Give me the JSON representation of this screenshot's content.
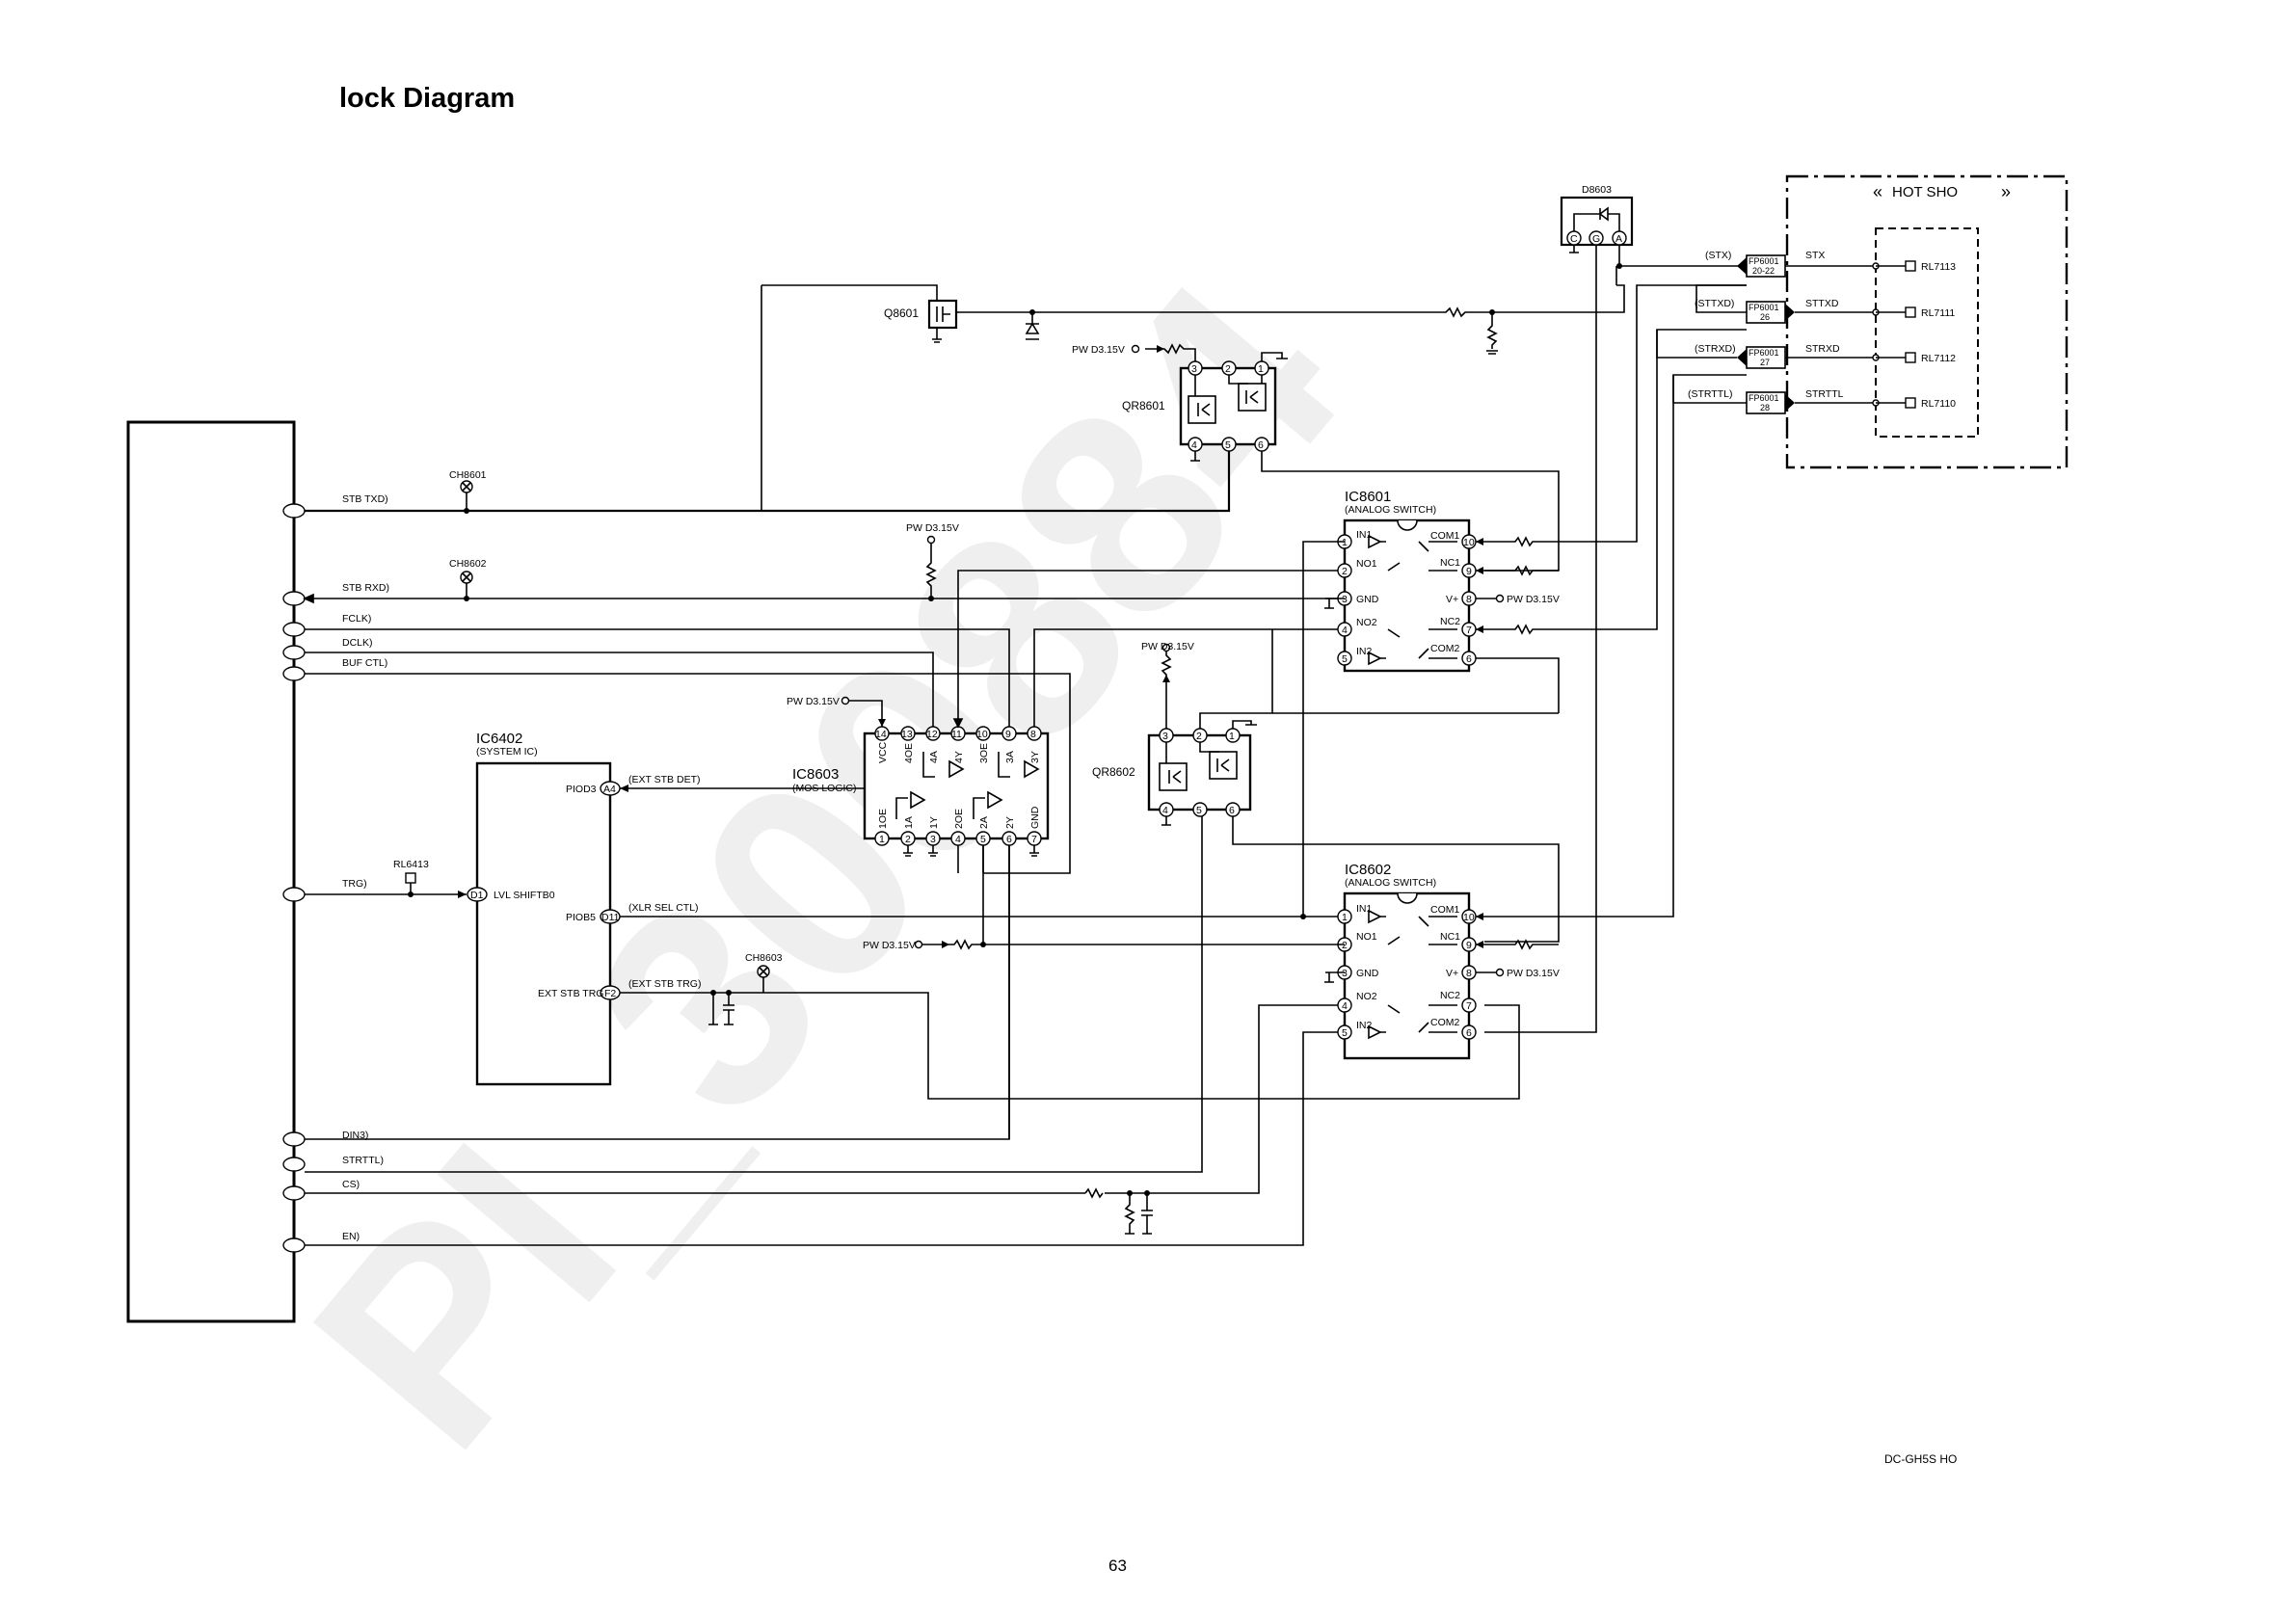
{
  "page": {
    "title": "lock Diagram",
    "page_number": "63",
    "model_code": "DC-GH5S  HO",
    "watermark": "PI_300884"
  },
  "connector": {
    "signals": [
      "STB TXD)",
      "STB RXD)",
      "FCLK)",
      "DCLK)",
      "BUF CTL)",
      "TRG)",
      "DIN3)",
      "STRTTL)",
      "CS)",
      "EN)"
    ]
  },
  "test_points": [
    "CH8601",
    "CH8602",
    "CH8603",
    "RL6413"
  ],
  "power_label": "PW D3.15V",
  "q8601": {
    "ref": "Q8601"
  },
  "d8603": {
    "ref": "D8603",
    "pins": [
      "C",
      "G",
      "A"
    ]
  },
  "qr8601": {
    "ref": "QR8601",
    "pins": [
      "3",
      "2",
      "1",
      "4",
      "5",
      "6"
    ]
  },
  "qr8602": {
    "ref": "QR8602",
    "pins": [
      "3",
      "2",
      "1",
      "4",
      "5",
      "6"
    ]
  },
  "ic6402": {
    "ref": "IC6402",
    "subtitle": "(SYSTEM IC)",
    "pins": [
      {
        "num": "A4",
        "name": "PIOD3",
        "net": "(EXT STB DET)"
      },
      {
        "num": "D1",
        "name": "LVL SHIFTB0",
        "net": ""
      },
      {
        "num": "D11",
        "name": "PIOB5",
        "net": "(XLR SEL CTL)"
      },
      {
        "num": "F2",
        "name": "EXT STB TRG",
        "net": "(EXT STB TRG)"
      }
    ]
  },
  "ic8603": {
    "ref": "IC8603",
    "subtitle": "(MOS LOGIC)",
    "top_pins": [
      "14",
      "13",
      "12",
      "11",
      "10",
      "9",
      "8"
    ],
    "top_names": [
      "VCC",
      "4OE",
      "4A",
      "4Y",
      "3OE",
      "3A",
      "3Y"
    ],
    "bottom_pins": [
      "1",
      "2",
      "3",
      "4",
      "5",
      "6",
      "7"
    ],
    "bottom_names": [
      "1OE",
      "1A",
      "1Y",
      "2OE",
      "2A",
      "2Y",
      "GND"
    ]
  },
  "ic8601": {
    "ref": "IC8601",
    "subtitle": "(ANALOG SWITCH)",
    "left_pins": [
      {
        "num": "1",
        "name": "IN1"
      },
      {
        "num": "2",
        "name": "NO1"
      },
      {
        "num": "3",
        "name": "GND"
      },
      {
        "num": "4",
        "name": "NO2"
      },
      {
        "num": "5",
        "name": "IN2"
      }
    ],
    "right_pins": [
      {
        "num": "10",
        "name": "COM1"
      },
      {
        "num": "9",
        "name": "NC1"
      },
      {
        "num": "8",
        "name": "V+"
      },
      {
        "num": "7",
        "name": "NC2"
      },
      {
        "num": "6",
        "name": "COM2"
      }
    ]
  },
  "ic8602": {
    "ref": "IC8602",
    "subtitle": "(ANALOG SWITCH)",
    "left_pins": [
      {
        "num": "1",
        "name": "IN1"
      },
      {
        "num": "2",
        "name": "NO1"
      },
      {
        "num": "3",
        "name": "GND"
      },
      {
        "num": "4",
        "name": "NO2"
      },
      {
        "num": "5",
        "name": "IN2"
      }
    ],
    "right_pins": [
      {
        "num": "10",
        "name": "COM1"
      },
      {
        "num": "9",
        "name": "NC1"
      },
      {
        "num": "8",
        "name": "V+"
      },
      {
        "num": "7",
        "name": "NC2"
      },
      {
        "num": "6",
        "name": "COM2"
      }
    ]
  },
  "fp6001": [
    {
      "net": "(STX)",
      "ref": "FP6001",
      "pin": "20-22",
      "signal": "STX",
      "relay": "RL7113"
    },
    {
      "net": "(STTXD)",
      "ref": "FP6001",
      "pin": "26",
      "signal": "STTXD",
      "relay": "RL7111"
    },
    {
      "net": "(STRXD)",
      "ref": "FP6001",
      "pin": "27",
      "signal": "STRXD",
      "relay": "RL7112"
    },
    {
      "net": "(STRTTL)",
      "ref": "FP6001",
      "pin": "28",
      "signal": "STRTTL",
      "relay": "RL7110"
    }
  ],
  "hot_shoe": {
    "label": "HOT SHO",
    "left_mark": "«",
    "right_mark": "»"
  }
}
